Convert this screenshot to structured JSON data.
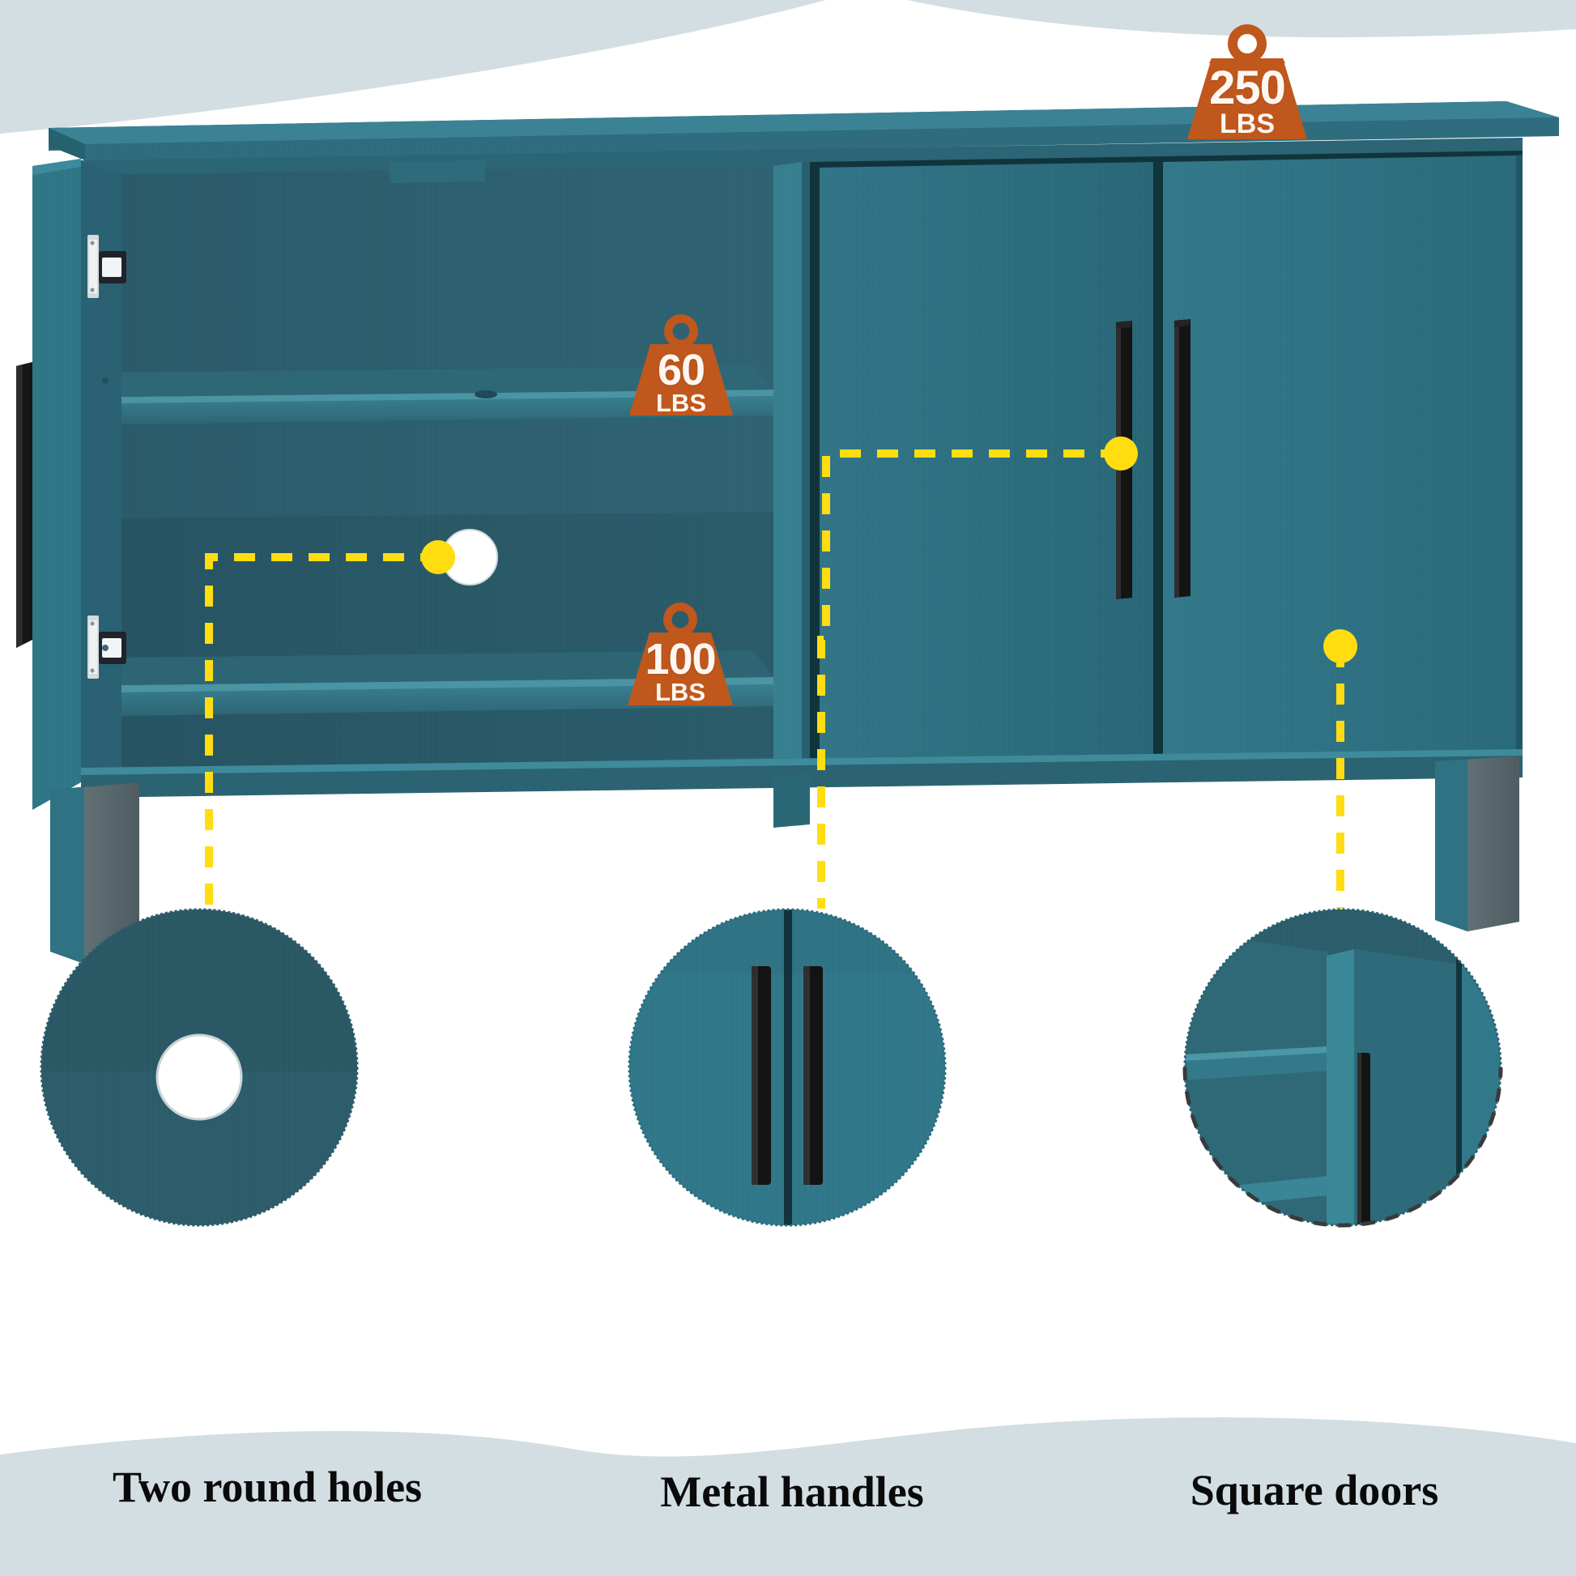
{
  "theme": {
    "page_bg": "#ffffff",
    "band_blue": "#d3dee3",
    "band_blue_soft": "#dbe4e8",
    "wood_teal": "#2f7384",
    "wood_teal_light": "#3c8496",
    "wood_teal_dark": "#225c6c",
    "interior_dark": "#2b5866",
    "interior_darker": "#234b59",
    "shelf_top": "#2e6170",
    "handle_black": "#161616",
    "leader_yellow": "#ffdd11",
    "badge_orange": "#c0571c",
    "badge_text": "#fdf7f2",
    "hinge_silver": "#cfd6da",
    "leg_gray": "#5c6b6e",
    "dash_dark": "#3a3a3a"
  },
  "badges": [
    {
      "id": "250",
      "value": "250",
      "unit": "LBS",
      "name": "weight-capacity-250"
    },
    {
      "id": "60",
      "value": "60",
      "unit": "LBS",
      "name": "weight-capacity-60"
    },
    {
      "id": "100",
      "value": "100",
      "unit": "LBS",
      "name": "weight-capacity-100"
    }
  ],
  "callouts": [
    {
      "key": "holes",
      "caption": "Two round holes"
    },
    {
      "key": "handles",
      "caption": "Metal handles"
    },
    {
      "key": "doors",
      "caption": "Square doors"
    }
  ],
  "captions": {
    "holes": "Two round holes",
    "handles": "Metal handles",
    "doors": "Square doors"
  },
  "product": {
    "type": "sideboard-buffet-cabinet",
    "finish": "teal-wood-grain",
    "open_door_side": "left",
    "closed_doors": 2,
    "shelves": 2,
    "cable_holes": 2,
    "handles": 2,
    "legs": 2
  }
}
